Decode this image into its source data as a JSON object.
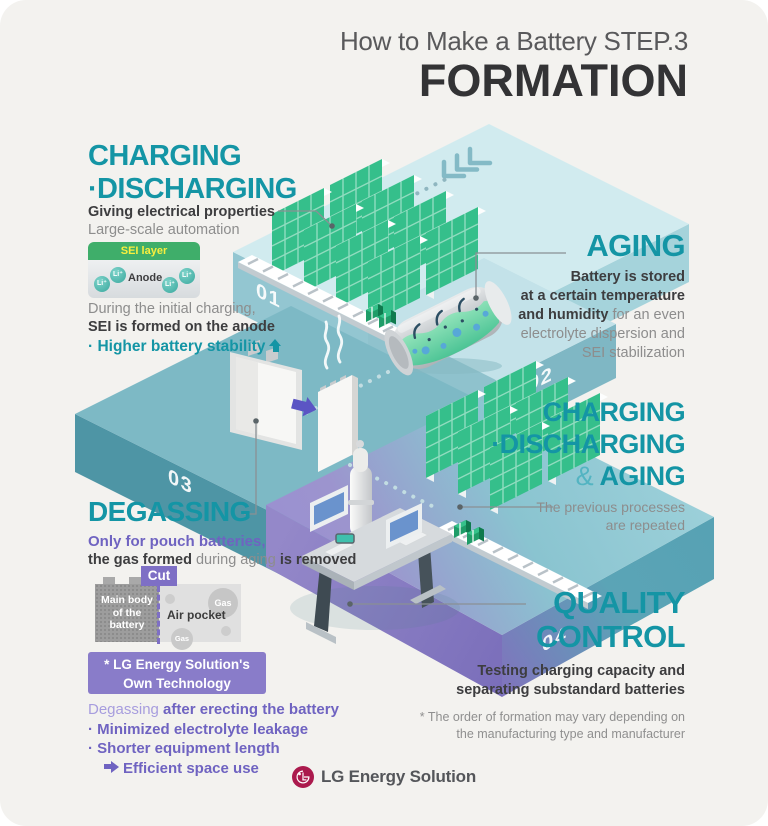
{
  "header": {
    "subtitle": "How to Make a Battery STEP.3",
    "title": "FORMATION"
  },
  "charging": {
    "title1": "CHARGING",
    "title2": "·DISCHARGING",
    "desc_bold": "Giving electrical properties",
    "desc": "Large-scale automation",
    "sei": {
      "header": "SEI layer",
      "anode": "Anode",
      "ion": "Li⁺"
    },
    "note1": "During the initial charging,",
    "note2": "SEI is formed on the anode",
    "note3": "· Higher battery stability"
  },
  "aging": {
    "title": "AGING",
    "line1": "Battery is stored",
    "line2": "at a certain temperature",
    "line3_bold": "and humidity",
    "line3": " for an even",
    "line4": "electrolyte dispersion and",
    "line5": "SEI stabilization"
  },
  "charging_aging": {
    "title1": "CHARGING",
    "title2": "·DISCHARGING",
    "amp": "&",
    "title3": "AGING",
    "line1": "The previous processes",
    "line2": "are repeated"
  },
  "degassing": {
    "title": "DEGASSING",
    "line1": "Only for pouch batteries,",
    "line2_bold1": "the gas formed",
    "line2_mid": " during aging ",
    "line2_bold2": "is removed",
    "diagram": {
      "cut": "Cut",
      "main1": "Main body",
      "main2": "of the",
      "main3": "battery",
      "air": "Air pocket",
      "gas": "Gas"
    },
    "tech_box1": "* LG Energy Solution's",
    "tech_box2": "Own Technology",
    "bullet0_light": "Degassing",
    "bullet0_bold": " after erecting the battery",
    "bullet1": "· Minimized electrolyte leakage",
    "bullet2": "· Shorter equipment length",
    "bullet3": "Efficient space use"
  },
  "quality": {
    "title1": "QUALITY",
    "title2": "CONTROL",
    "line1": "Testing charging capacity and",
    "line2": "separating substandard batteries",
    "note1": "* The order of formation may vary depending on",
    "note2": "the manufacturing type and manufacturer"
  },
  "platforms": {
    "p1": "01",
    "p2": "02",
    "p3": "03",
    "p4": "04"
  },
  "footer": {
    "brand": "LG Energy Solution"
  },
  "colors": {
    "teal_heading": "#1495a5",
    "dark_text": "#3d3d3f",
    "gray_text": "#8d8d8d",
    "purple_text": "#6f63c1",
    "purple_light": "#a79dde",
    "purple_box": "#897cc9",
    "sei_green": "#3fae6a",
    "sei_yellow": "#f8ef3e",
    "rack_green": "#35bf8b",
    "platform_light": "#d1ebef",
    "platform_dark": "#7db9c5",
    "platform_purple": "#9a8fd2",
    "logo_red": "#ab1a4d"
  }
}
